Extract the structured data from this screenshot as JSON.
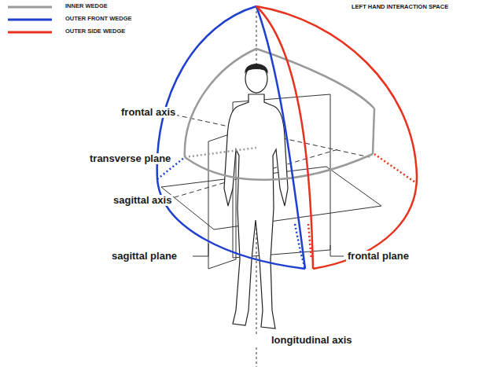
{
  "diagram": {
    "title": "LEFT HAND INTERACTION SPACE",
    "labels": [
      "frontal axis",
      "transverse plane",
      "sagittal axis",
      "sagittal plane",
      "frontal plane",
      "longitudinal axis"
    ],
    "legend": [
      {
        "text": "INNER WEDGE"
      },
      {
        "text": "OUTER FRONT WEDGE"
      },
      {
        "text": "OUTER SIDE WEDGE"
      }
    ]
  }
}
